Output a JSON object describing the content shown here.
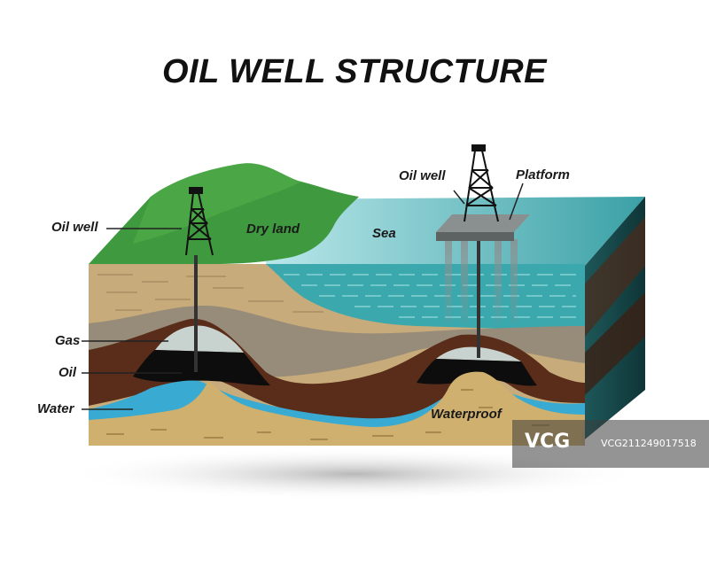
{
  "title": "OIL WELL STRUCTURE",
  "labels": {
    "oil_well_left": "Oil well",
    "dry_land": "Dry land",
    "sea": "Sea",
    "oil_well_right": "Oil well",
    "platform": "Platform",
    "gas": "Gas",
    "oil": "Oil",
    "water": "Water",
    "waterproof": "Waterproof"
  },
  "watermark": {
    "logo": "VCG",
    "text": "VCG211249017518"
  },
  "colors": {
    "land": "#3f9a3f",
    "sea_surface": "#63c4c6",
    "water_layer": "#39aad1",
    "oil": "#0d0d0d",
    "gas": "#c8d3cf",
    "sand": "#c7ab7a",
    "dark_rock": "#5a2c1a",
    "bedrock": "#d0b06e"
  }
}
